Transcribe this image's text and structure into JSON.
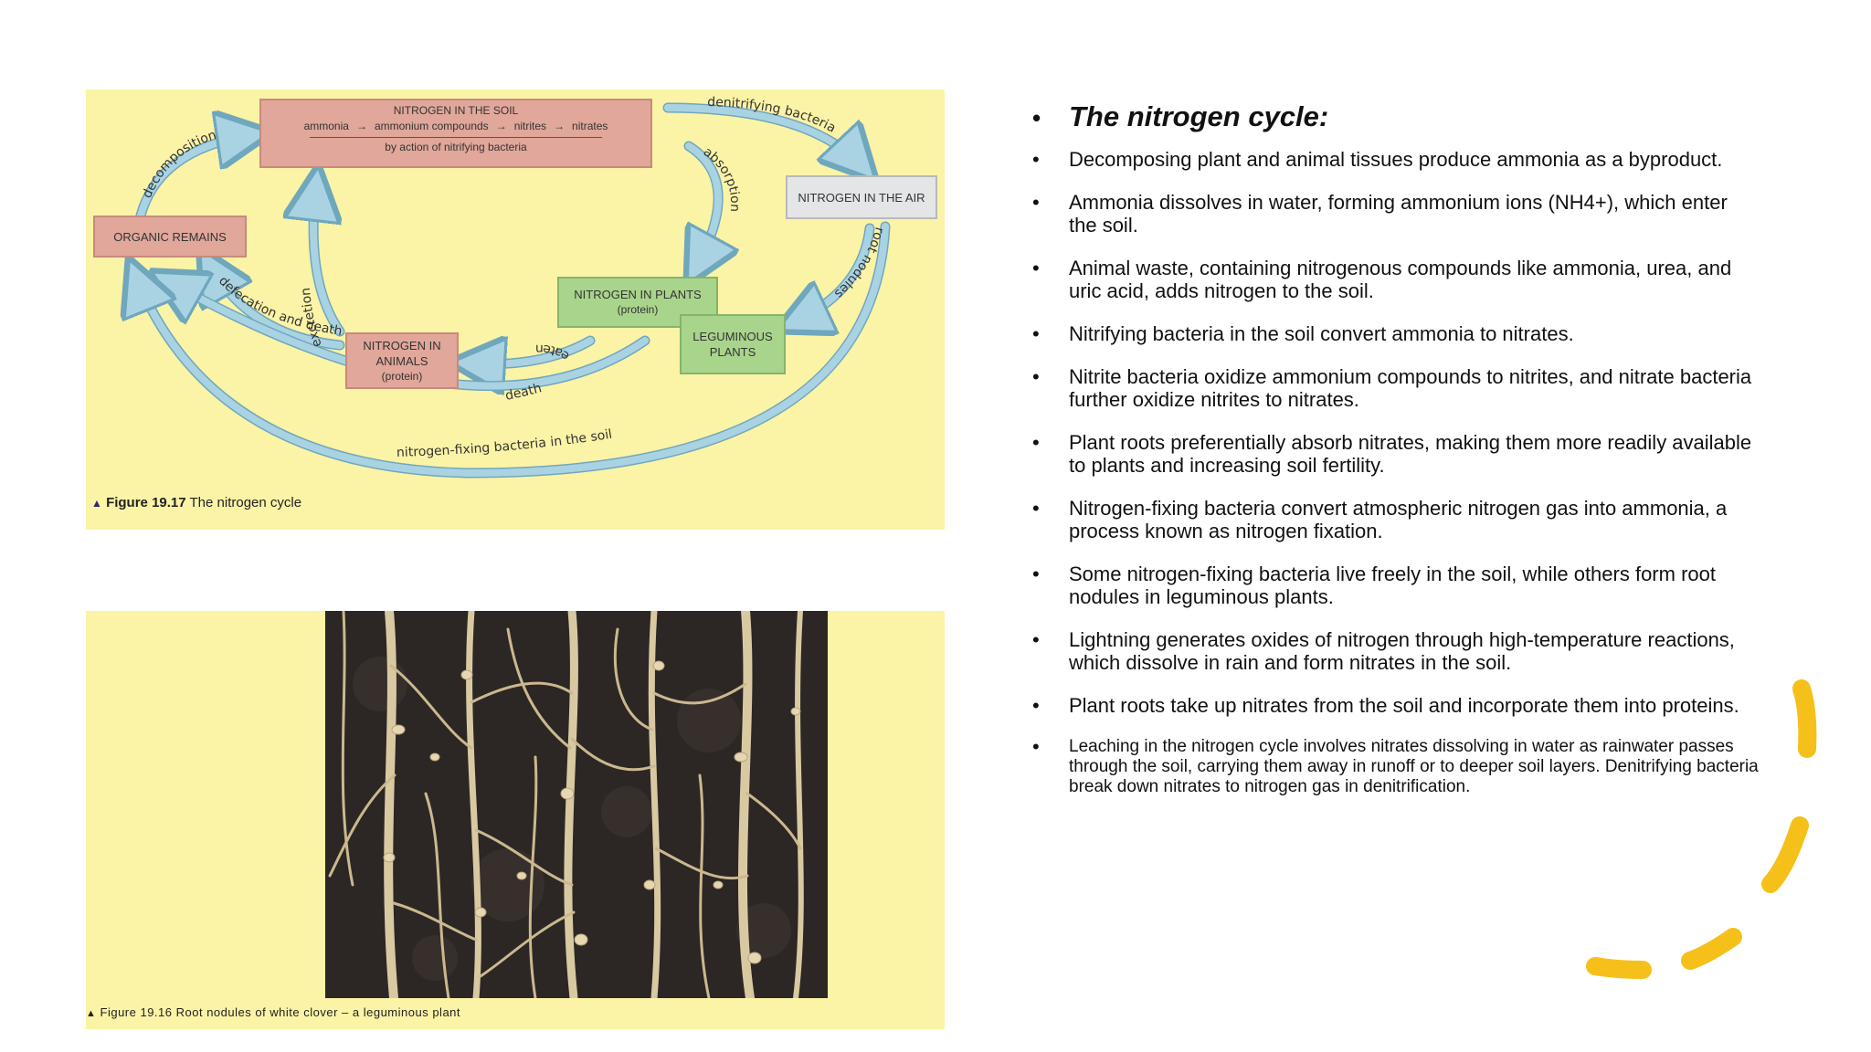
{
  "figure1": {
    "boxes": {
      "soil_title": "NITROGEN IN THE SOIL",
      "soil_ammonia": "ammonia",
      "soil_ammonium": "ammonium compounds",
      "soil_nitrites": "nitrites",
      "soil_nitrates": "nitrates",
      "soil_action": "by action of nitrifying bacteria",
      "air": "NITROGEN IN THE AIR",
      "organic": "ORGANIC REMAINS",
      "plants_title": "NITROGEN IN PLANTS",
      "plants_sub": "(protein)",
      "leguminous": "LEGUMINOUS PLANTS",
      "animals_title": "NITROGEN IN ANIMALS",
      "animals_sub": "(protein)"
    },
    "arrows": {
      "denitrifying": "denitrifying bacteria",
      "decomposition": "decomposition",
      "absorption": "absorption",
      "excretion": "excretion",
      "root_nodules": "root nodules",
      "defecation": "defecation and death",
      "eaten": "eaten",
      "death": "death",
      "fixing": "nitrogen-fixing bacteria in the soil"
    },
    "caption_num": "Figure 19.17",
    "caption_text": "The nitrogen cycle",
    "colors": {
      "background": "#fbf3a6",
      "arrow": "#a9d3e3",
      "box_pink": "#e0a79a",
      "box_green": "#a9d48c",
      "box_grey": "#e4e5e6"
    }
  },
  "figure2": {
    "caption": "Figure 19.16 Root nodules of white clover – a leguminous plant"
  },
  "notes": {
    "heading": "The nitrogen cycle:",
    "items": [
      "Decomposing plant and animal tissues produce ammonia as a byproduct.",
      "Ammonia dissolves in water, forming ammonium ions (NH4+), which enter the soil.",
      "Animal waste, containing nitrogenous compounds like ammonia, urea, and uric acid, adds nitrogen to the soil.",
      "Nitrifying bacteria in the soil convert ammonia to nitrates.",
      "Nitrite bacteria oxidize ammonium compounds to nitrites, and nitrate bacteria further oxidize nitrites to nitrates.",
      "Plant roots preferentially absorb nitrates, making them more readily available to plants and increasing soil fertility.",
      "Nitrogen-fixing bacteria convert atmospheric nitrogen gas into ammonia, a process known as nitrogen fixation.",
      "Some nitrogen-fixing bacteria live freely in the soil, while others form root nodules in leguminous plants.",
      "Lightning generates oxides of nitrogen through high-temperature reactions, which dissolve in rain and form nitrates in the soil.",
      "Plant roots take up nitrates from the soil and incorporate them into proteins.",
      "Leaching in the nitrogen cycle involves nitrates dissolving in water as rainwater passes through the soil, carrying them away in runoff or to deeper soil layers. Denitrifying bacteria break down nitrates to nitrogen gas in denitrification."
    ]
  },
  "decoration": {
    "swoosh_color": "#f5c019"
  }
}
